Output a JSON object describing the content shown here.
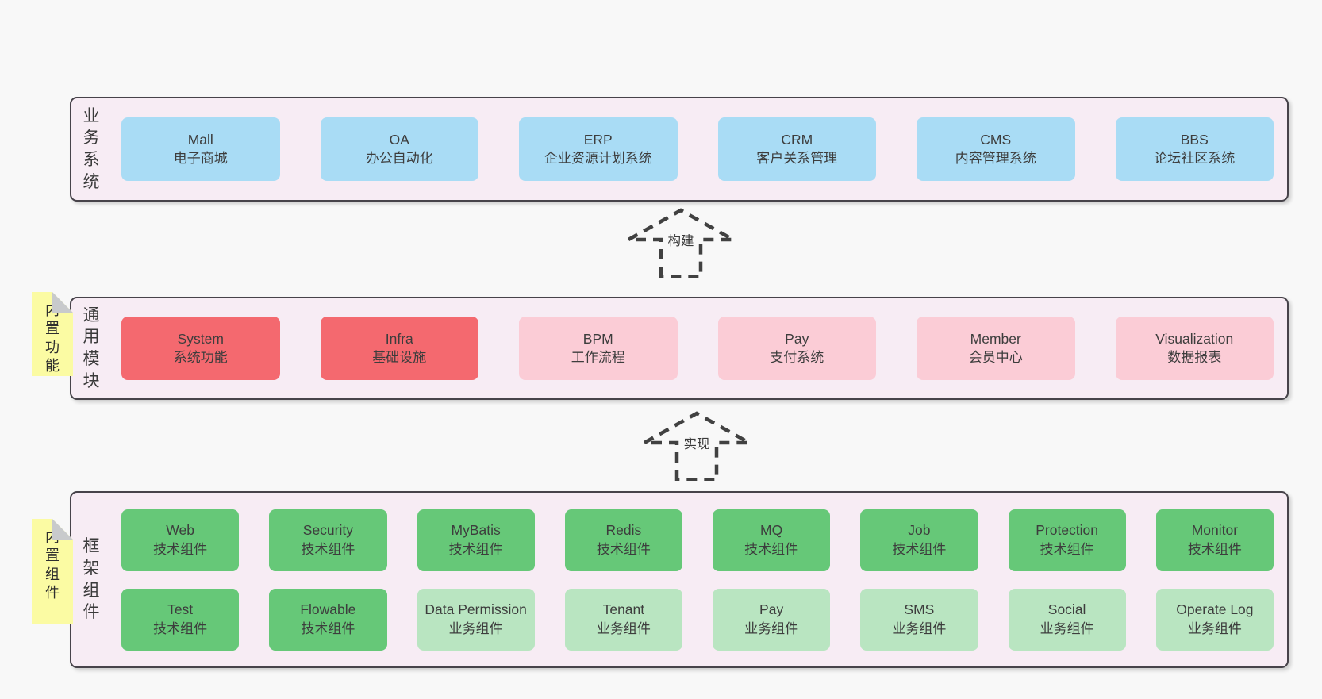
{
  "colors": {
    "page_background": "#f8f8f8",
    "layer_background": "#f7ecf4",
    "layer_border": "#47434a",
    "box_blue": "#a9dcf5",
    "box_red": "#f4696f",
    "box_pink": "#fbccd6",
    "box_green": "#66c878",
    "box_lightgreen": "#b9e5c1",
    "sticky_yellow": "#fbfba3",
    "sticky_fold_gray": "#c8cacc",
    "text": "#3d3d3d",
    "arrow_stroke": "#414141"
  },
  "arrows": [
    {
      "label": "构建"
    },
    {
      "label": "实现"
    }
  ],
  "layers": [
    {
      "id": "business-systems",
      "label": "业务系统",
      "sticky": null,
      "rows": [
        [
          {
            "name": "Mall",
            "desc": "电子商城",
            "variant": "blue"
          },
          {
            "name": "OA",
            "desc": "办公自动化",
            "variant": "blue"
          },
          {
            "name": "ERP",
            "desc": "企业资源计划系统",
            "variant": "blue"
          },
          {
            "name": "CRM",
            "desc": "客户关系管理",
            "variant": "blue"
          },
          {
            "name": "CMS",
            "desc": "内容管理系统",
            "variant": "blue"
          },
          {
            "name": "BBS",
            "desc": "论坛社区系统",
            "variant": "blue"
          }
        ]
      ]
    },
    {
      "id": "common-modules",
      "label": "通用模块",
      "sticky": "内置功能",
      "rows": [
        [
          {
            "name": "System",
            "desc": "系统功能",
            "variant": "red"
          },
          {
            "name": "Infra",
            "desc": "基础设施",
            "variant": "red"
          },
          {
            "name": "BPM",
            "desc": "工作流程",
            "variant": "pink"
          },
          {
            "name": "Pay",
            "desc": "支付系统",
            "variant": "pink"
          },
          {
            "name": "Member",
            "desc": "会员中心",
            "variant": "pink"
          },
          {
            "name": "Visualization",
            "desc": "数据报表",
            "variant": "pink"
          }
        ]
      ]
    },
    {
      "id": "framework-components",
      "label": "框架组件",
      "sticky": "内置组件",
      "rows": [
        [
          {
            "name": "Web",
            "desc": "技术组件",
            "variant": "green"
          },
          {
            "name": "Security",
            "desc": "技术组件",
            "variant": "green"
          },
          {
            "name": "MyBatis",
            "desc": "技术组件",
            "variant": "green"
          },
          {
            "name": "Redis",
            "desc": "技术组件",
            "variant": "green"
          },
          {
            "name": "MQ",
            "desc": "技术组件",
            "variant": "green"
          },
          {
            "name": "Job",
            "desc": "技术组件",
            "variant": "green"
          },
          {
            "name": "Protection",
            "desc": "技术组件",
            "variant": "green"
          },
          {
            "name": "Monitor",
            "desc": "技术组件",
            "variant": "green"
          }
        ],
        [
          {
            "name": "Test",
            "desc": "技术组件",
            "variant": "green"
          },
          {
            "name": "Flowable",
            "desc": "技术组件",
            "variant": "green"
          },
          {
            "name": "Data Permission",
            "desc": "业务组件",
            "variant": "lightgreen"
          },
          {
            "name": "Tenant",
            "desc": "业务组件",
            "variant": "lightgreen"
          },
          {
            "name": "Pay",
            "desc": "业务组件",
            "variant": "lightgreen"
          },
          {
            "name": "SMS",
            "desc": "业务组件",
            "variant": "lightgreen"
          },
          {
            "name": "Social",
            "desc": "业务组件",
            "variant": "lightgreen"
          },
          {
            "name": "Operate Log",
            "desc": "业务组件",
            "variant": "lightgreen"
          }
        ]
      ]
    }
  ]
}
